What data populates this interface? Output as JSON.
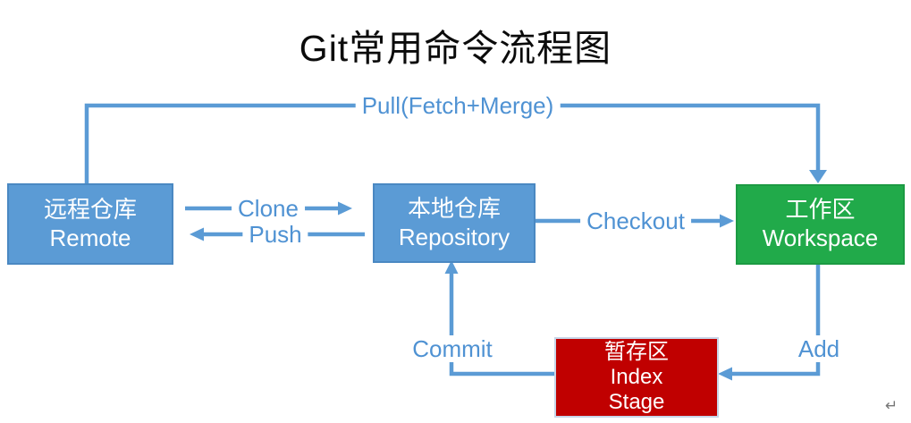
{
  "title": "Git常用命令流程图",
  "colors": {
    "connector_blue": "#5b9bd5",
    "label_blue": "#4f92d3",
    "node_blue_fill": "#5b9bd5",
    "node_green_fill": "#21aa4a",
    "node_red_fill": "#c00000",
    "node_text": "#ffffff",
    "title_text": "#0b0b0b"
  },
  "nodes": {
    "remote": {
      "zh": "远程仓库",
      "en": "Remote"
    },
    "repository": {
      "zh": "本地仓库",
      "en": "Repository"
    },
    "workspace": {
      "zh": "工作区",
      "en": "Workspace"
    },
    "index": {
      "zh": "暂存区",
      "en1": "Index",
      "en2": "Stage"
    }
  },
  "edges": {
    "pull": "Pull(Fetch+Merge)",
    "clone": "Clone",
    "push": "Push",
    "checkout": "Checkout",
    "commit": "Commit",
    "add": "Add"
  },
  "misc": {
    "return_mark": "↵"
  }
}
